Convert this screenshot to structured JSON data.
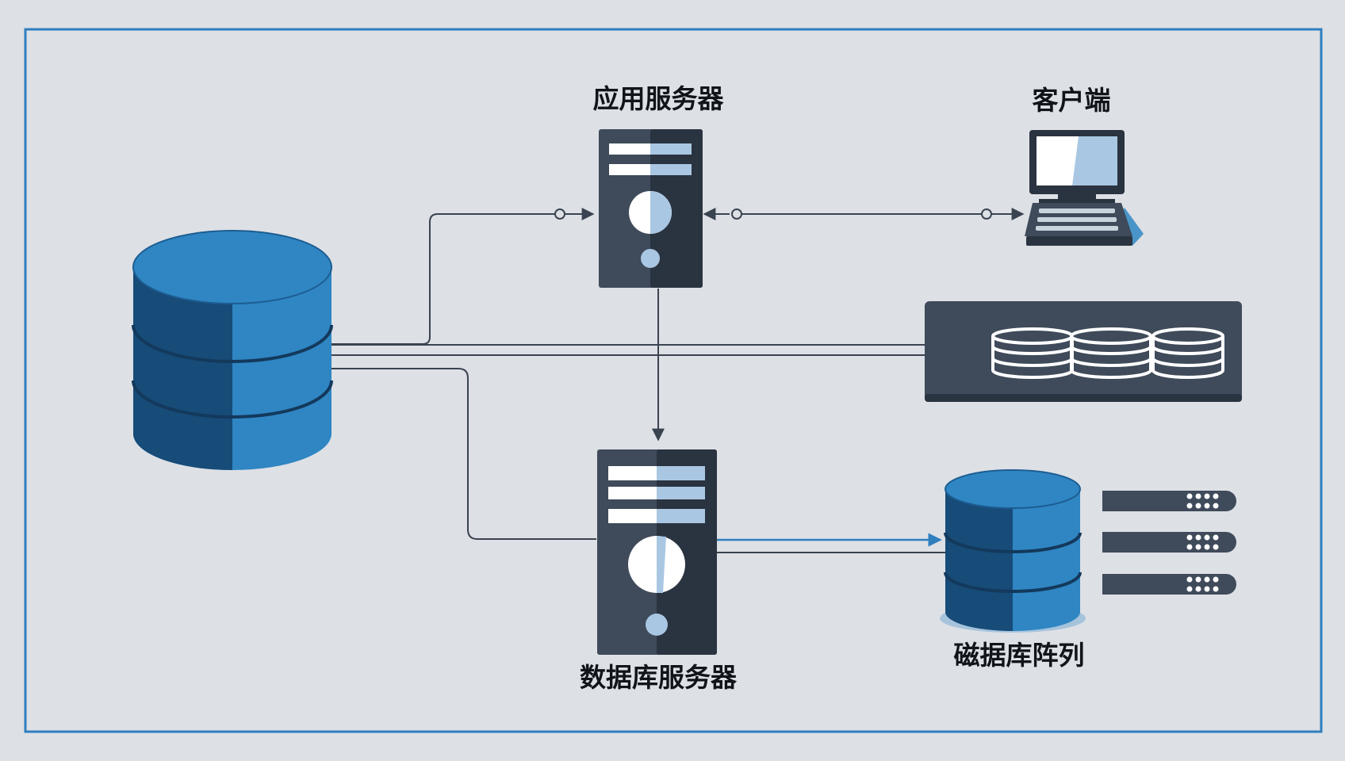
{
  "labels": {
    "app_server": "应用服务器",
    "client": "客户端",
    "db_server": "数据库服务器",
    "disk_array": "磁据库阵列"
  },
  "colors": {
    "background": "#dde0e5",
    "frame": "#2f7fbf",
    "db_light": "#2f86c3",
    "db_dark": "#174b78",
    "server_body": "#3f4a5a",
    "server_dark": "#2a3340",
    "accent_light": "#a9c7e2",
    "line": "#3a4350"
  },
  "icons": {
    "main_db": "database-cylinder-icon",
    "app_server": "server-tower-icon",
    "client": "desktop-computer-icon",
    "storage": "disk-stack-rack-icon",
    "db_server": "server-tower-icon",
    "disk_array": "database-cylinder-icon",
    "rack_units": "rack-unit-icon"
  }
}
